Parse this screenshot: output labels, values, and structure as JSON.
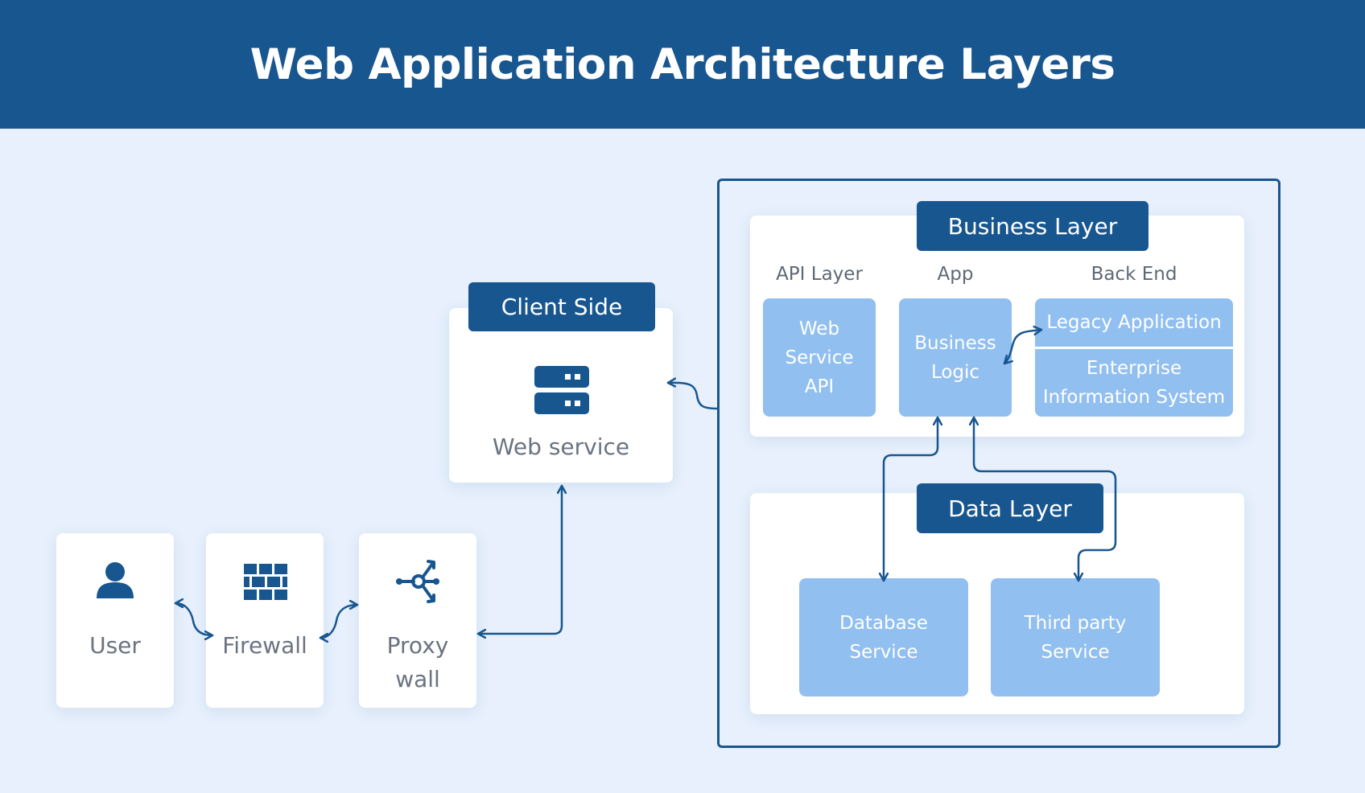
{
  "title": "Web Application Architecture Layers",
  "nodes": {
    "user": {
      "label": "User",
      "icon": "user-icon"
    },
    "firewall": {
      "label": "Firewall",
      "icon": "brick-wall-icon"
    },
    "proxy": {
      "label": "Proxy\nwall",
      "icon": "network-share-icon"
    }
  },
  "client_side": {
    "title": "Client Side",
    "label": "Web service",
    "icon": "server-icon"
  },
  "business_layer": {
    "title": "Business Layer",
    "columns": {
      "api": "API Layer",
      "app": "App",
      "backend": "Back End"
    },
    "web_service_api": "Web\nService\nAPI",
    "business_logic": "Business\nLogic",
    "legacy_application": "Legacy Application",
    "enterprise_information_system": "Enterprise\nInformation System"
  },
  "data_layer": {
    "title": "Data Layer",
    "database_service": "Database\nService",
    "third_party_service": "Third party\nService"
  },
  "colors": {
    "primary": "#185690",
    "background": "#e7f0fc",
    "tile": "#91bff0",
    "muted_text": "#6a7380"
  }
}
